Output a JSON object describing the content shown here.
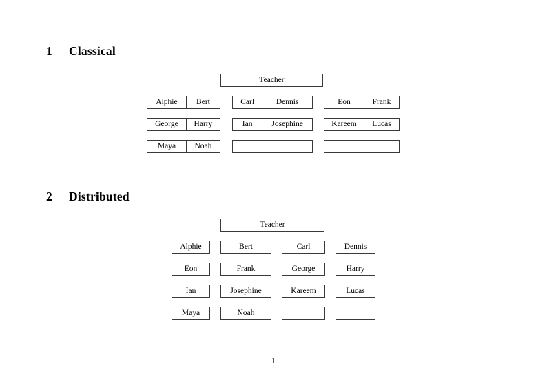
{
  "document": {
    "page_number": "1",
    "background_color": "#ffffff",
    "text_color": "#000000",
    "border_color": "#3a3a3a"
  },
  "sections": [
    {
      "number": "1",
      "title": "Classical",
      "teacher_label": "Teacher",
      "layout": "three-groups-of-two",
      "groups": [
        {
          "rows": [
            {
              "cells": [
                "Alphie",
                "Bert"
              ]
            },
            {
              "cells": [
                "George",
                "Harry"
              ]
            },
            {
              "cells": [
                "Maya",
                "Noah"
              ]
            }
          ]
        },
        {
          "rows": [
            {
              "cells": [
                "Carl",
                "Dennis"
              ]
            },
            {
              "cells": [
                "Ian",
                "Josephine"
              ]
            },
            {
              "cells": [
                "",
                ""
              ]
            }
          ]
        },
        {
          "rows": [
            {
              "cells": [
                "Eon",
                "Frank"
              ]
            },
            {
              "cells": [
                "Kareem",
                "Lucas"
              ]
            },
            {
              "cells": [
                "",
                ""
              ]
            }
          ]
        }
      ]
    },
    {
      "number": "2",
      "title": "Distributed",
      "teacher_label": "Teacher",
      "layout": "four-columns",
      "rows": [
        {
          "cells": [
            "Alphie",
            "Bert",
            "Carl",
            "Dennis"
          ]
        },
        {
          "cells": [
            "Eon",
            "Frank",
            "George",
            "Harry"
          ]
        },
        {
          "cells": [
            "Ian",
            "Josephine",
            "Kareem",
            "Lucas"
          ]
        },
        {
          "cells": [
            "Maya",
            "Noah",
            "",
            ""
          ]
        }
      ]
    }
  ]
}
